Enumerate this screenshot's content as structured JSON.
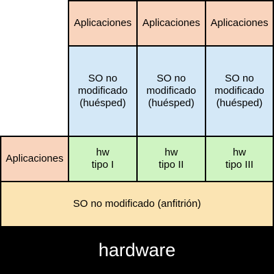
{
  "diagram": {
    "guest_columns": [
      {
        "apps": "Aplicaciones",
        "guest_os": [
          "SO no",
          "modificado",
          "(huésped)"
        ],
        "hw": [
          "hw",
          "tipo I"
        ]
      },
      {
        "apps": "Aplicaciones",
        "guest_os": [
          "SO no",
          "modificado",
          "(huésped)"
        ],
        "hw": [
          "hw",
          "tipo II"
        ]
      },
      {
        "apps": "Aplicaciones",
        "guest_os": [
          "SO no",
          "modificado",
          "(huésped)"
        ],
        "hw": [
          "hw",
          "tipo III"
        ]
      }
    ],
    "host_apps": "Aplicaciones",
    "host_os": "SO no modificado (anfitrión)",
    "hardware": "hardware"
  },
  "colors": {
    "apps": "#f9d4bd",
    "guest_os": "#d4e8f7",
    "hw": "#cff4c2",
    "host_os": "#fbe4b3",
    "hardware": "#000000",
    "border": "#000000"
  }
}
